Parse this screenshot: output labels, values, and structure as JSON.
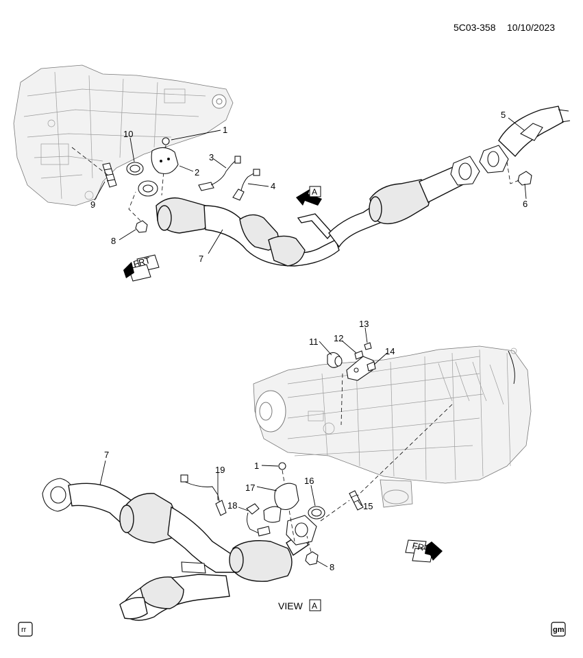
{
  "header": {
    "diagram_id": "5C03-358",
    "date": "10/10/2023"
  },
  "callouts_top": [
    "1",
    "2",
    "3",
    "4",
    "5",
    "6",
    "7",
    "8",
    "9",
    "10"
  ],
  "callouts_bottom": [
    "1",
    "7",
    "8",
    "11",
    "12",
    "13",
    "14",
    "15",
    "16",
    "17",
    "18",
    "19"
  ],
  "front_label": "FRT",
  "view_ref": {
    "arrow_tag": "A",
    "view_word": "VIEW",
    "view_tag": "A"
  },
  "footer": {
    "left_badge": "rr",
    "right_logo": "gm"
  }
}
